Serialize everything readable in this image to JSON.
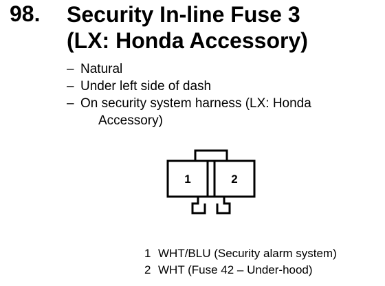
{
  "header": {
    "number": "98.",
    "title_line1": "Security In-line Fuse 3",
    "title_line2": "(LX: Honda Accessory)"
  },
  "details": [
    {
      "dash": "–",
      "text": "Natural"
    },
    {
      "dash": "–",
      "text": "Under left side of dash"
    },
    {
      "dash": "–",
      "text": "On security system harness (LX: Honda",
      "continuation": "Accessory)"
    }
  ],
  "connector": {
    "pins": [
      "1",
      "2"
    ]
  },
  "wires": [
    {
      "num": "1",
      "text": "WHT/BLU (Security alarm system)"
    },
    {
      "num": "2",
      "text": "WHT (Fuse 42 – Under-hood)"
    }
  ]
}
